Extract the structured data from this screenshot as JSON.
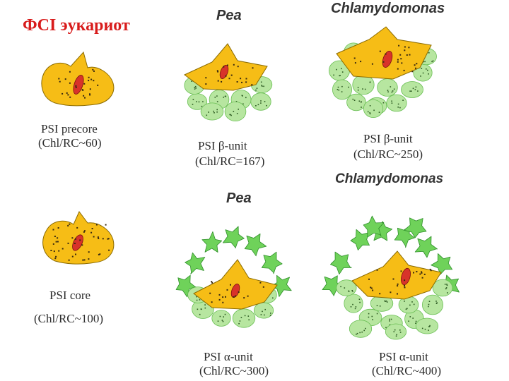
{
  "title": {
    "text": "ФСI эукариот",
    "color": "#d81b1b"
  },
  "colors": {
    "core": "#f6bd16",
    "core_stroke": "#8a6a00",
    "center": "#d8332a",
    "lhc1": "#b7e6a0",
    "lhc1_stroke": "#6bbf55",
    "lhc2": "#6fd25a",
    "lhc2_stroke": "#2f8f2a"
  },
  "headings": {
    "pea_top": "Pea",
    "chlamy_top": "Chlamydomonas",
    "chlamy_mid": "Chlamydomonas",
    "pea_mid": "Pea"
  },
  "panels": {
    "precore": {
      "name": "PSI  precore",
      "ratio": "(Chl/RC~60)"
    },
    "pea_beta": {
      "name_prefix": "PSI ",
      "greek": "β",
      "name_suffix": "-unit",
      "ratio": "(Chl/RC=167)"
    },
    "chlamy_beta": {
      "name_prefix": "PSI  ",
      "greek": "β",
      "name_suffix": "-unit",
      "ratio": "(Chl/RC~250)"
    },
    "core": {
      "name": "PSI  core",
      "ratio": "(Chl/RC~100)"
    },
    "pea_alpha": {
      "name_prefix": "PSI  ",
      "greek": "α",
      "name_suffix": "-unit",
      "ratio": "(Chl/RC~300)"
    },
    "chlamy_alpha": {
      "name_prefix": "PSI  ",
      "greek": "α",
      "name_suffix": "-unit",
      "ratio": "(Chl/RC~400)"
    }
  }
}
